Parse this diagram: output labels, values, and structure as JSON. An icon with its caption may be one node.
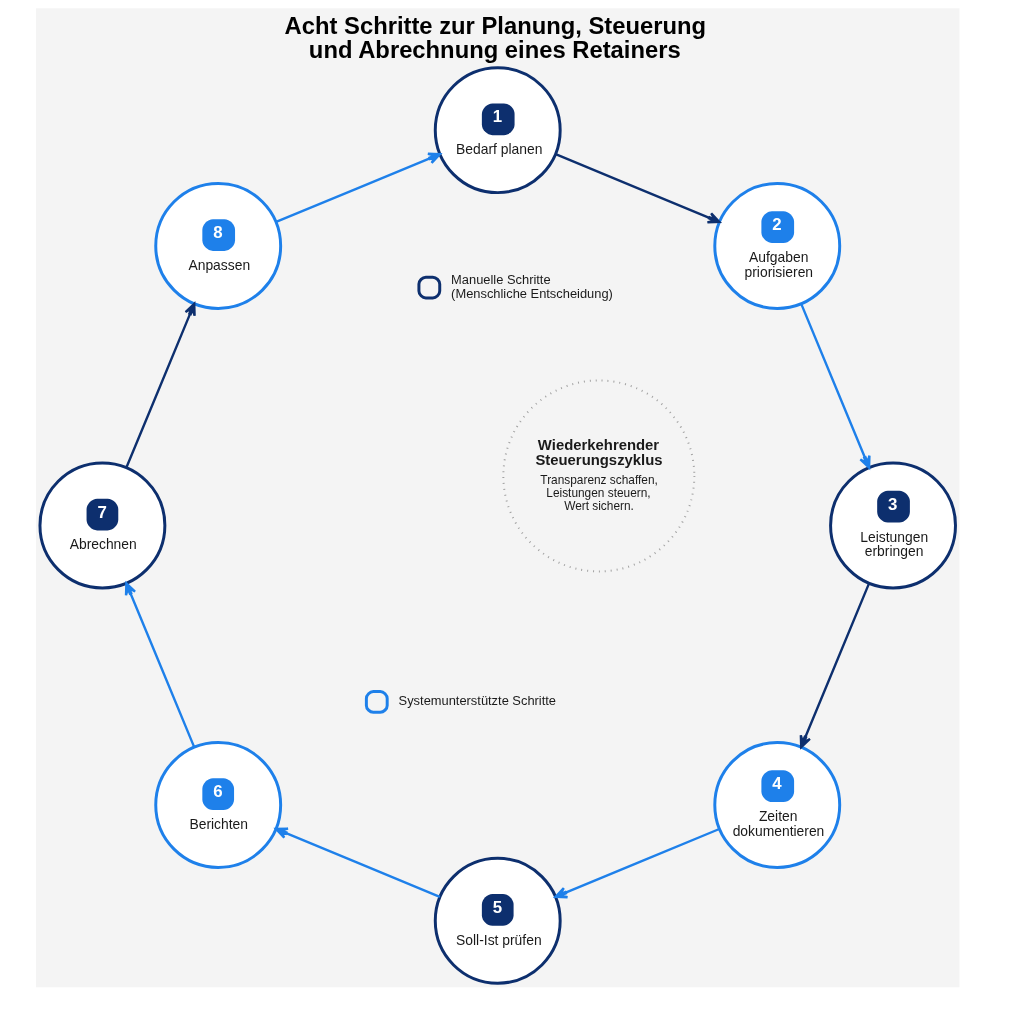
{
  "diagram": {
    "title": "Acht Schritte zur Planung, Steuerung und Abrechnung eines Retainers",
    "nodes": [
      {
        "text": [
          "1",
          "Bedarf planen"
        ]
      },
      {
        "text": [
          "2",
          "Aufgaben priorisieren"
        ]
      },
      {
        "text": [
          "3",
          "Leistungen erbringen"
        ]
      },
      {
        "text": [
          "4",
          "Zeiten dokumentieren"
        ]
      },
      {
        "text": [
          "5",
          "Soll-Ist prüfen"
        ]
      },
      {
        "text": [
          "6",
          "Berichten"
        ]
      },
      {
        "text": [
          "7",
          "Abrechnen"
        ]
      },
      {
        "text": [
          "8",
          "Anpassen"
        ]
      },
      {
        "text": [
          "Wiederkehrender Steuerungszyklus",
          "Transparenz schaffen, Leistungen steuern, Wert sichern."
        ]
      }
    ],
    "edges": [
      {
        "from": 0,
        "to": 1,
        "arrow": "to",
        "color": "#0d2f6e"
      },
      {
        "from": 1,
        "to": 2,
        "arrow": "to"
      },
      {
        "from": 2,
        "to": 3,
        "arrow": "to",
        "color": "#0d2f6e"
      },
      {
        "from": 3,
        "to": 4,
        "arrow": "to"
      },
      {
        "from": 4,
        "to": 5,
        "arrow": "to"
      },
      {
        "from": 5,
        "to": 6,
        "arrow": "to"
      },
      {
        "from": 6,
        "to": 7,
        "arrow": "to",
        "color": "#0d2f6e"
      },
      {
        "from": 7,
        "to": 0,
        "arrow": "to"
      }
    ],
    "legend": [
      {
        "text": "Manuelle Schritte (Menschliche Entscheidung)"
      },
      {
        "text": "Systemunterstützte Schritte"
      }
    ]
  }
}
